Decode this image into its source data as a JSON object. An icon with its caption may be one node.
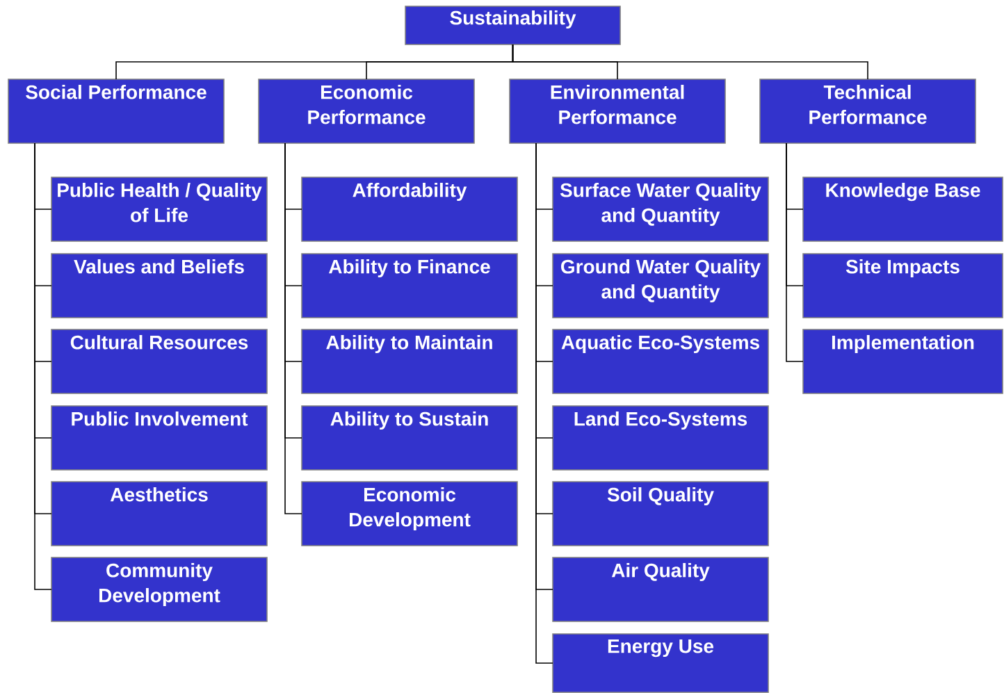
{
  "diagram": {
    "nodes": [
      {
        "text": [
          "Sustainability"
        ]
      },
      {
        "text": [
          "Social Performance"
        ]
      },
      {
        "text": [
          "Economic Performance"
        ]
      },
      {
        "text": [
          "Environmental Performance"
        ]
      },
      {
        "text": [
          "Technical Performance"
        ]
      },
      {
        "text": [
          "Public Health / Quality of Life"
        ]
      },
      {
        "text": [
          "Values and Beliefs"
        ]
      },
      {
        "text": [
          "Cultural Resources"
        ]
      },
      {
        "text": [
          "Public Involvement"
        ]
      },
      {
        "text": [
          "Aesthetics"
        ]
      },
      {
        "text": [
          "Community Development"
        ]
      },
      {
        "text": [
          "Affordability"
        ]
      },
      {
        "text": [
          "Ability to Finance"
        ]
      },
      {
        "text": [
          "Ability to Maintain"
        ]
      },
      {
        "text": [
          "Ability to Sustain"
        ]
      },
      {
        "text": [
          "Economic Development"
        ]
      },
      {
        "text": [
          "Surface Water Quality and Quantity"
        ]
      },
      {
        "text": [
          "Ground Water Quality and Quantity"
        ]
      },
      {
        "text": [
          "Aquatic Eco-Systems"
        ]
      },
      {
        "text": [
          "Land Eco-Systems"
        ]
      },
      {
        "text": [
          "Soil Quality"
        ]
      },
      {
        "text": [
          "Air Quality"
        ]
      },
      {
        "text": [
          "Energy Use"
        ]
      },
      {
        "text": [
          "Knowledge Base"
        ]
      },
      {
        "text": [
          "Site Impacts"
        ]
      },
      {
        "text": [
          "Implementation"
        ]
      }
    ],
    "edges": [
      {
        "from": 0,
        "to": 1,
        "arrow": "none"
      },
      {
        "from": 0,
        "to": 2,
        "arrow": "none"
      },
      {
        "from": 0,
        "to": 3,
        "arrow": "none"
      },
      {
        "from": 0,
        "to": 4,
        "arrow": "none"
      },
      {
        "from": 1,
        "to": 5,
        "arrow": "none"
      },
      {
        "from": 1,
        "to": 6,
        "arrow": "none"
      },
      {
        "from": 1,
        "to": 7,
        "arrow": "none"
      },
      {
        "from": 1,
        "to": 8,
        "arrow": "none"
      },
      {
        "from": 1,
        "to": 9,
        "arrow": "none"
      },
      {
        "from": 1,
        "to": 10,
        "arrow": "none"
      },
      {
        "from": 2,
        "to": 11,
        "arrow": "none"
      },
      {
        "from": 2,
        "to": 12,
        "arrow": "none"
      },
      {
        "from": 2,
        "to": 13,
        "arrow": "none"
      },
      {
        "from": 2,
        "to": 14,
        "arrow": "none"
      },
      {
        "from": 2,
        "to": 15,
        "arrow": "none"
      },
      {
        "from": 3,
        "to": 16,
        "arrow": "none"
      },
      {
        "from": 3,
        "to": 17,
        "arrow": "none"
      },
      {
        "from": 3,
        "to": 18,
        "arrow": "none"
      },
      {
        "from": 3,
        "to": 19,
        "arrow": "none"
      },
      {
        "from": 3,
        "to": 20,
        "arrow": "none"
      },
      {
        "from": 3,
        "to": 21,
        "arrow": "none"
      },
      {
        "from": 3,
        "to": 22,
        "arrow": "none"
      },
      {
        "from": 4,
        "to": 23,
        "arrow": "none"
      },
      {
        "from": 4,
        "to": 24,
        "arrow": "none"
      },
      {
        "from": 4,
        "to": 25,
        "arrow": "none"
      }
    ]
  }
}
